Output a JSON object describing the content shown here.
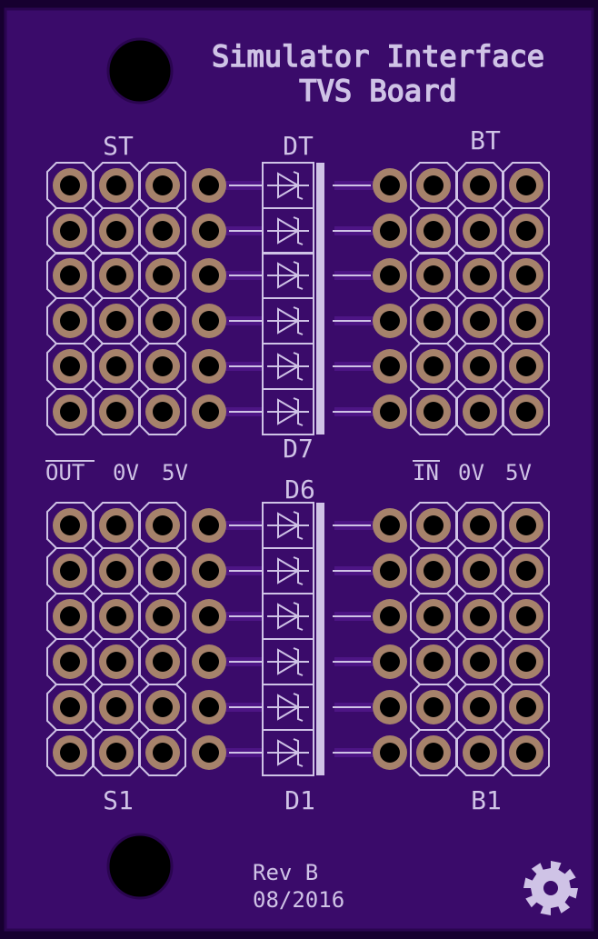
{
  "board": {
    "title_line1": "Simulator Interface",
    "title_line2": "TVS Board",
    "revision": "Rev B",
    "date": "08/2016",
    "logo": "open-hardware-gear-icon"
  },
  "colors": {
    "background": "#170030",
    "board": "#3a0b6a",
    "board_edge": "#2a0550",
    "copper_trace": "#4d1585",
    "silkscreen": "#cfc3e6",
    "pad_copper": "#a6826b",
    "hole": "#000000"
  },
  "top_group": {
    "left_header_label": "ST",
    "diode_top_label": "DT",
    "right_header_label": "BT",
    "diode_bottom_label": "D7",
    "rows": 6
  },
  "bottom_group": {
    "left_header_label": "S1",
    "diode_top_label": "D6",
    "right_header_label": "B1",
    "diode_bottom_label": "D1",
    "rows": 6
  },
  "pin_labels": {
    "left": {
      "out": "OUT",
      "zero": "0V",
      "five": "5V"
    },
    "right": {
      "in": "IN",
      "zero": "0V",
      "five": "5V"
    }
  }
}
